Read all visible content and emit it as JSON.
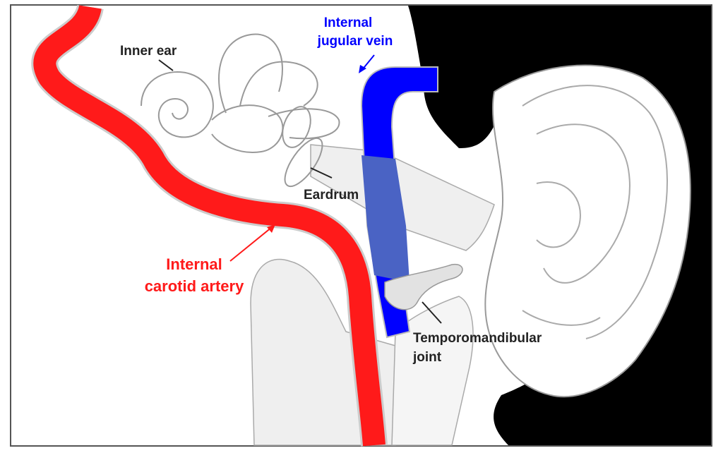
{
  "labels": {
    "inner_ear": "Inner ear",
    "ijv_line1": "Internal",
    "ijv_line2": "jugular vein",
    "eardrum": "Eardrum",
    "ica_line1": "Internal",
    "ica_line2": "carotid artery",
    "tmj_line1": "Temporomandibular",
    "tmj_line2": "joint"
  },
  "colors": {
    "artery": "#ff1a1a",
    "vein": "#0000ff",
    "vein_overlay": "#4a63c4",
    "hair": "#000000",
    "outline": "#8a8a8a",
    "tissue": "#eeeeee",
    "text_dark": "#222222"
  }
}
